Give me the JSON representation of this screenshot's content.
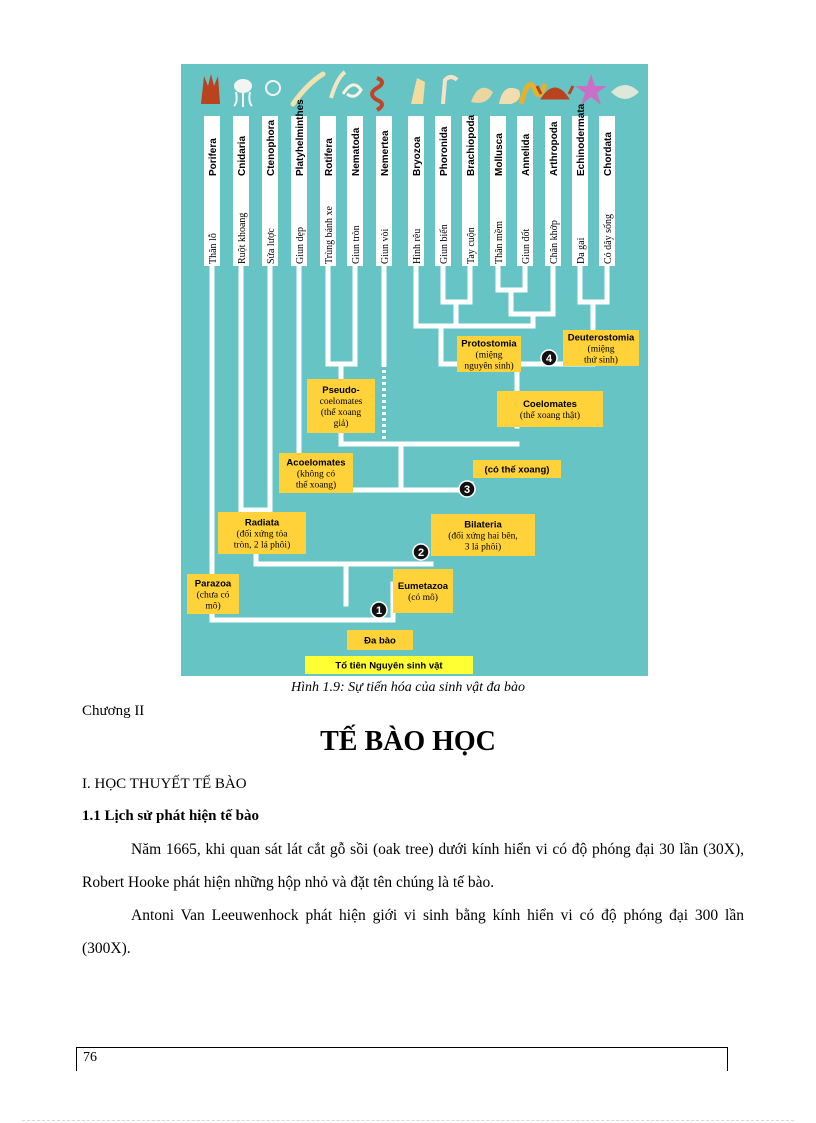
{
  "figure": {
    "phyla": [
      {
        "name": "Porifera",
        "vn": "Thân lỗ"
      },
      {
        "name": "Cnidaria",
        "vn": "Ruột khoang"
      },
      {
        "name": "Ctenophora",
        "vn": "Sứa lược"
      },
      {
        "name": "Platyhelminthes",
        "vn": "Giun dẹp"
      },
      {
        "name": "Rotifera",
        "vn": "Trùng bánh xe"
      },
      {
        "name": "Nematoda",
        "vn": "Giun tròn"
      },
      {
        "name": "Nemertea",
        "vn": "Giun vòi"
      },
      {
        "name": "Bryozoa",
        "vn": "Hình rêu"
      },
      {
        "name": "Phoronida",
        "vn": "Giun biển"
      },
      {
        "name": "Brachiopoda",
        "vn": "Tay cuộn"
      },
      {
        "name": "Mollusca",
        "vn": "Thân mềm"
      },
      {
        "name": "Annelida",
        "vn": "Giun đốt"
      },
      {
        "name": "Arthropoda",
        "vn": "Chân khớp"
      },
      {
        "name": "Echinodermata",
        "vn": "Da gai"
      },
      {
        "name": "Chordata",
        "vn": "Có dây sống"
      }
    ],
    "groups": {
      "protostomia": [
        "Protostomia",
        "(miệng",
        "nguyên sinh)"
      ],
      "deuterostomia": [
        "Deuterostomia",
        "(miệng",
        "thứ sinh)"
      ],
      "pseudocoelomates": [
        "Pseudo-",
        "coelomates",
        "(thể  xoang",
        "giả)"
      ],
      "coelomates": [
        "Coelomates",
        "(thể xoang thật)"
      ],
      "acoelomates": [
        "Acoelomates",
        "(không có",
        "thể xoang)"
      ],
      "coelom": [
        "(có thể xoang)"
      ],
      "radiata": [
        "Radiata",
        "(đối xứng tỏa",
        "tròn, 2 lá phôi)"
      ],
      "bilateria": [
        "Bilateria",
        "(đối xứng hai bên,",
        "3 lá phôi)"
      ],
      "parazoa": [
        "Parazoa",
        "(chưa có",
        "mô)"
      ],
      "eumetazoa": [
        "Eumetazoa",
        "(có mô)"
      ],
      "multicellular": [
        "Đa bào"
      ],
      "ancestor": [
        "Tổ tiên Nguyên sinh vật"
      ]
    },
    "markers": [
      "1",
      "2",
      "3",
      "4"
    ]
  },
  "caption": "Hình 1.9: Sự tiến hóa của sinh vật đa bào",
  "chapter": "Chương II",
  "title": "TẾ BÀO HỌC",
  "section": "I. HỌC THUYẾT  TẾ BÀO",
  "subsection": "1.1 Lịch sử phát hiện tế bào",
  "paragraphs": [
    "Năm 1665, khi quan sát lát cắt gỗ sồi (oak tree) dưới kính hiển vi có độ phóng đại 30 lần (30X), Robert Hooke phát hiện những hộp nhỏ và đặt tên chúng là tế bào.",
    "Antoni Van Leeuwenhock phát hiện giới vi sinh bằng kính hiển vi có độ phóng đại 300 lần (300X)."
  ],
  "page_number": "76",
  "colors": {
    "background": "#67c4c4",
    "label_box": "#ffd23a",
    "ancestor_box": "#ffff33",
    "branch": "#ffffff",
    "marker": "#111111"
  }
}
